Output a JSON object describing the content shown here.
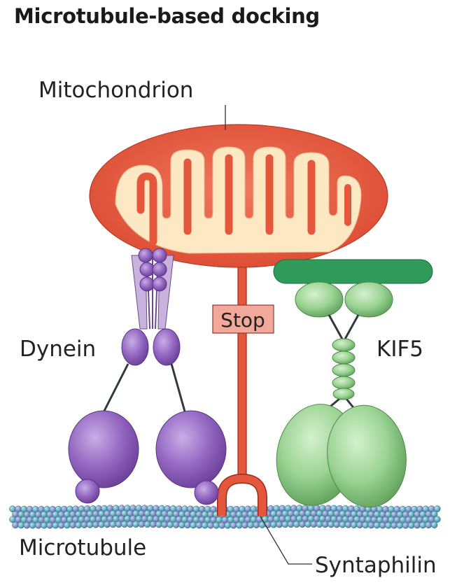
{
  "title": "Microtubule-based docking",
  "labels": {
    "mitochondrion": "Mitochondrion",
    "dynein": "Dynein",
    "kif5": "KIF5",
    "stop": "Stop",
    "microtubule": "Microtubule",
    "syntaphilin": "Syntaphilin"
  },
  "colors": {
    "mito_outer": "#e4573c",
    "mito_inner": "#fde8c4",
    "dynein": "#8e5fb8",
    "kif5": "#8fcb8a",
    "kif5_bar": "#2f9a5a",
    "syntaphilin": "#e4573c",
    "stop_box": "#f2a99b",
    "microtubule_a": "#3aa0b7",
    "microtubule_b": "#6a88c5"
  }
}
